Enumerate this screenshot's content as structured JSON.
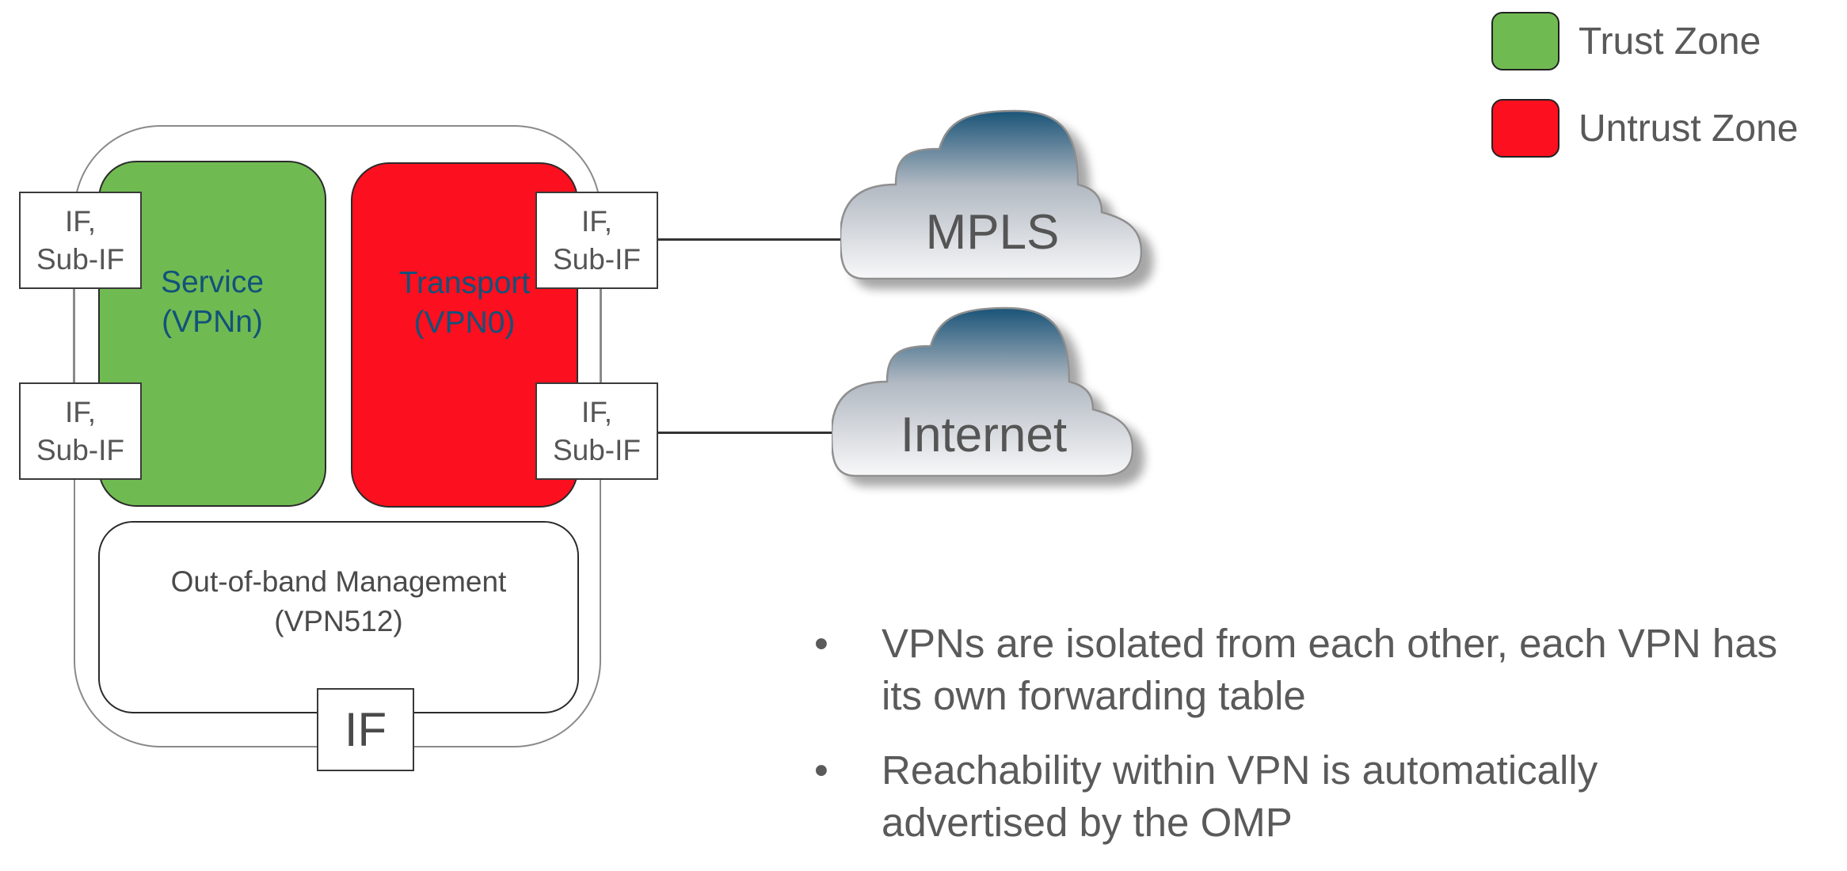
{
  "legend": {
    "items": [
      {
        "label": "Trust Zone",
        "color": "#70BA52"
      },
      {
        "label": "Untrust Zone",
        "color": "#FC0F1E"
      }
    ]
  },
  "router": {
    "service_zone": {
      "line1": "Service",
      "line2": "(VPNn)"
    },
    "transport_zone": {
      "line1": "Transport",
      "line2": "(VPN0)"
    },
    "management_zone": {
      "line1": "Out-of-band Management",
      "line2": "(VPN512)"
    },
    "interfaces": {
      "service_top": {
        "line1": "IF,",
        "line2": "Sub-IF"
      },
      "service_bottom": {
        "line1": "IF,",
        "line2": "Sub-IF"
      },
      "transport_top": {
        "line1": "IF,",
        "line2": "Sub-IF"
      },
      "transport_bottom": {
        "line1": "IF,",
        "line2": "Sub-IF"
      },
      "management": "IF"
    }
  },
  "clouds": {
    "mpls": "MPLS",
    "internet": "Internet"
  },
  "bullets": {
    "bullet_char": "•",
    "items": [
      "VPNs are isolated from each other, each VPN has its own forwarding table",
      "Reachability within VPN is automatically advertised by the OMP"
    ]
  }
}
